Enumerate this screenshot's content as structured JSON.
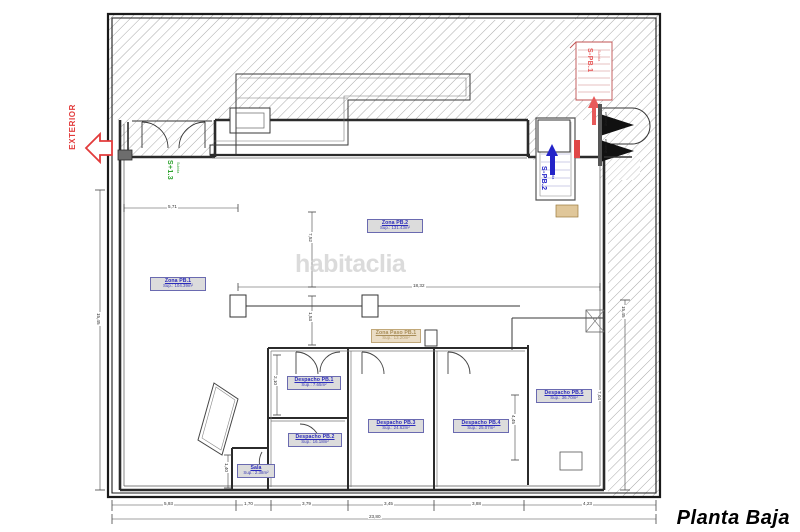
{
  "plan": {
    "title": "Planta Baja",
    "watermark": "habitaclia",
    "exterior_label": "EXTERIOR"
  },
  "rooms": [
    {
      "name": "Zona PB.1",
      "area": "Sup.: 104.39m²"
    },
    {
      "name": "Zona PB.2",
      "area": "Sup.: 131.43m²"
    },
    {
      "name": "Zona Paso PB.1",
      "area": "Sup.: 13.20m²"
    },
    {
      "name": "Despacho PB.1",
      "area": "Sup.: 7.65m²"
    },
    {
      "name": "Despacho PB.2",
      "area": "Sup.: 16.18m²"
    },
    {
      "name": "Despacho PB.3",
      "area": "Sup.: 24.62m²"
    },
    {
      "name": "Despacho PB.4",
      "area": "Sup.: 25.07m²"
    },
    {
      "name": "Despacho PB.5",
      "area": "Sup.: 36.70m²"
    },
    {
      "name": "Sala",
      "area": "Sup.: 2.38m²"
    }
  ],
  "stairs": [
    {
      "label": "S+1.3",
      "sub": "Subida",
      "color": "#2fa32f"
    },
    {
      "label": "S-PB.2",
      "sub": "Subida",
      "color": "#2323c8"
    },
    {
      "label": "S-PB.1",
      "sub": "Subida",
      "color": "#e85a5a"
    }
  ],
  "elevators": [
    {
      "label": "Ascensor"
    },
    {
      "label": "Ascensor"
    }
  ],
  "dimensions": {
    "bottom": [
      "5,93",
      "1,70",
      "3,79",
      "3,45",
      "3,88",
      "4,23"
    ],
    "bottom_total": "23,80",
    "left_total": "15,45",
    "right_total": "15,45",
    "interior_top": "5,71",
    "interior_mid": "18,32",
    "interior_vert_1": "7,52",
    "interior_vert_2": "1,53",
    "interior_vert_3": "2,10",
    "interior_vert_4": "4,45",
    "interior_vert_5": "7,04",
    "interior_vert_6": "1,40"
  }
}
